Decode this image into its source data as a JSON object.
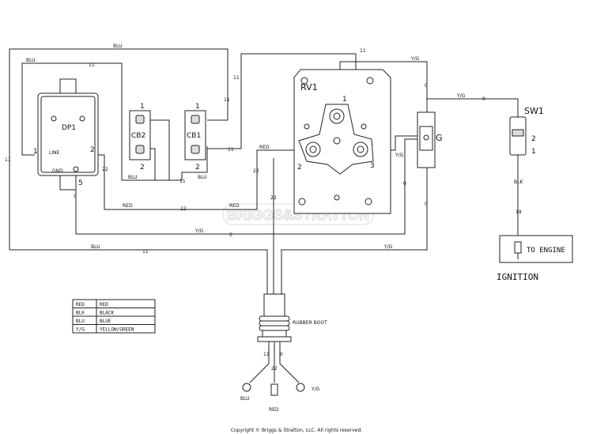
{
  "components": {
    "dp1": "DP1",
    "dp1_line_label": "LINE",
    "dp1_gnd_label": "GND",
    "dp1_pin_1": "1",
    "dp1_pin_2": "2",
    "dp1_pin_5": "5",
    "cb1": "CB1",
    "cb2": "CB2",
    "cb_pin_1": "1",
    "cb_pin_2": "2",
    "rv1": "RV1",
    "rv1_pin_1": "1",
    "rv1_pin_2": "2",
    "rv1_pin_3": "3",
    "ground": "G",
    "sw1": "SW1",
    "sw1_pin_1": "1",
    "sw1_pin_2": "2",
    "to_engine": "TO ENGINE",
    "ignition": "IGNITION",
    "rubber_boot": "RUBBER BOOT"
  },
  "wire_labels": {
    "blu": "BLU",
    "red": "RED",
    "yg": "Y/G",
    "blk": "BLK",
    "w11": "11",
    "w22": "22",
    "w0": "0",
    "w18": "18"
  },
  "legend": [
    {
      "code": "RED",
      "name": "RED"
    },
    {
      "code": "BLK",
      "name": "BLACK"
    },
    {
      "code": "BLU",
      "name": "BLUE"
    },
    {
      "code": "Y/G",
      "name": "YELLOW/GREEN"
    }
  ],
  "watermark": "BRIGGS&STRATTON",
  "copyright": "Copyright © Briggs & Stratton, LLC. All rights reserved."
}
